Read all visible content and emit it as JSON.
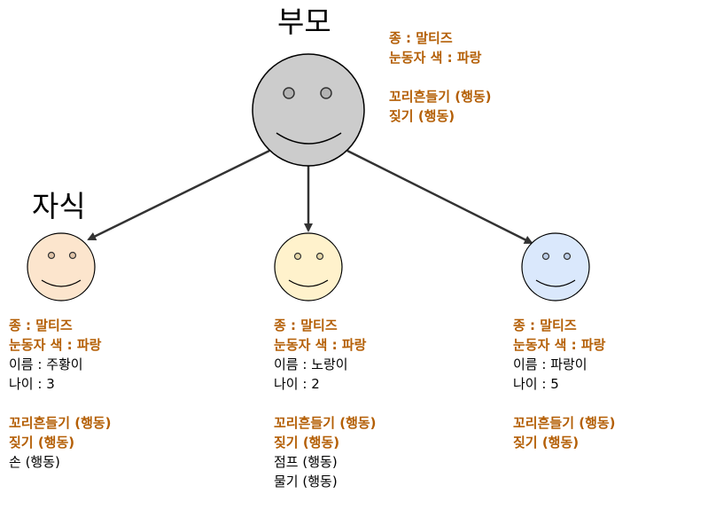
{
  "colors": {
    "trait": "#b45f06",
    "text": "#000000",
    "arrow": "#333333",
    "parent_face": "#cccccc",
    "child1_face": "#fce5cd",
    "child2_face": "#fff2cc",
    "child3_face": "#dae8fc"
  },
  "parent": {
    "title": "부모",
    "breed": "종 : 말티즈",
    "eye_color": "눈동자 색 : 파랑",
    "action_wag": "꼬리흔들기 (행동)",
    "action_bark": "짖기 (행동)"
  },
  "children_title": "자식",
  "children": [
    {
      "breed": "종 : 말티즈",
      "eye_color": "눈동자 색 : 파랑",
      "name": "이름 : 주황이",
      "age": "나이 : 3",
      "action_wag": "꼬리흔들기 (행동)",
      "action_bark": "짖기 (행동)",
      "extra_actions": [
        "손 (행동)"
      ]
    },
    {
      "breed": "종 : 말티즈",
      "eye_color": "눈동자 색 : 파랑",
      "name": "이름 : 노랑이",
      "age": "나이 : 2",
      "action_wag": "꼬리흔들기 (행동)",
      "action_bark": "짖기 (행동)",
      "extra_actions": [
        "점프 (행동)",
        "물기 (행동)"
      ]
    },
    {
      "breed": "종 : 말티즈",
      "eye_color": "눈동자 색 : 파랑",
      "name": "이름 : 파랑이",
      "age": "나이 : 5",
      "action_wag": "꼬리흔들기 (행동)",
      "action_bark": "짖기 (행동)",
      "extra_actions": []
    }
  ]
}
